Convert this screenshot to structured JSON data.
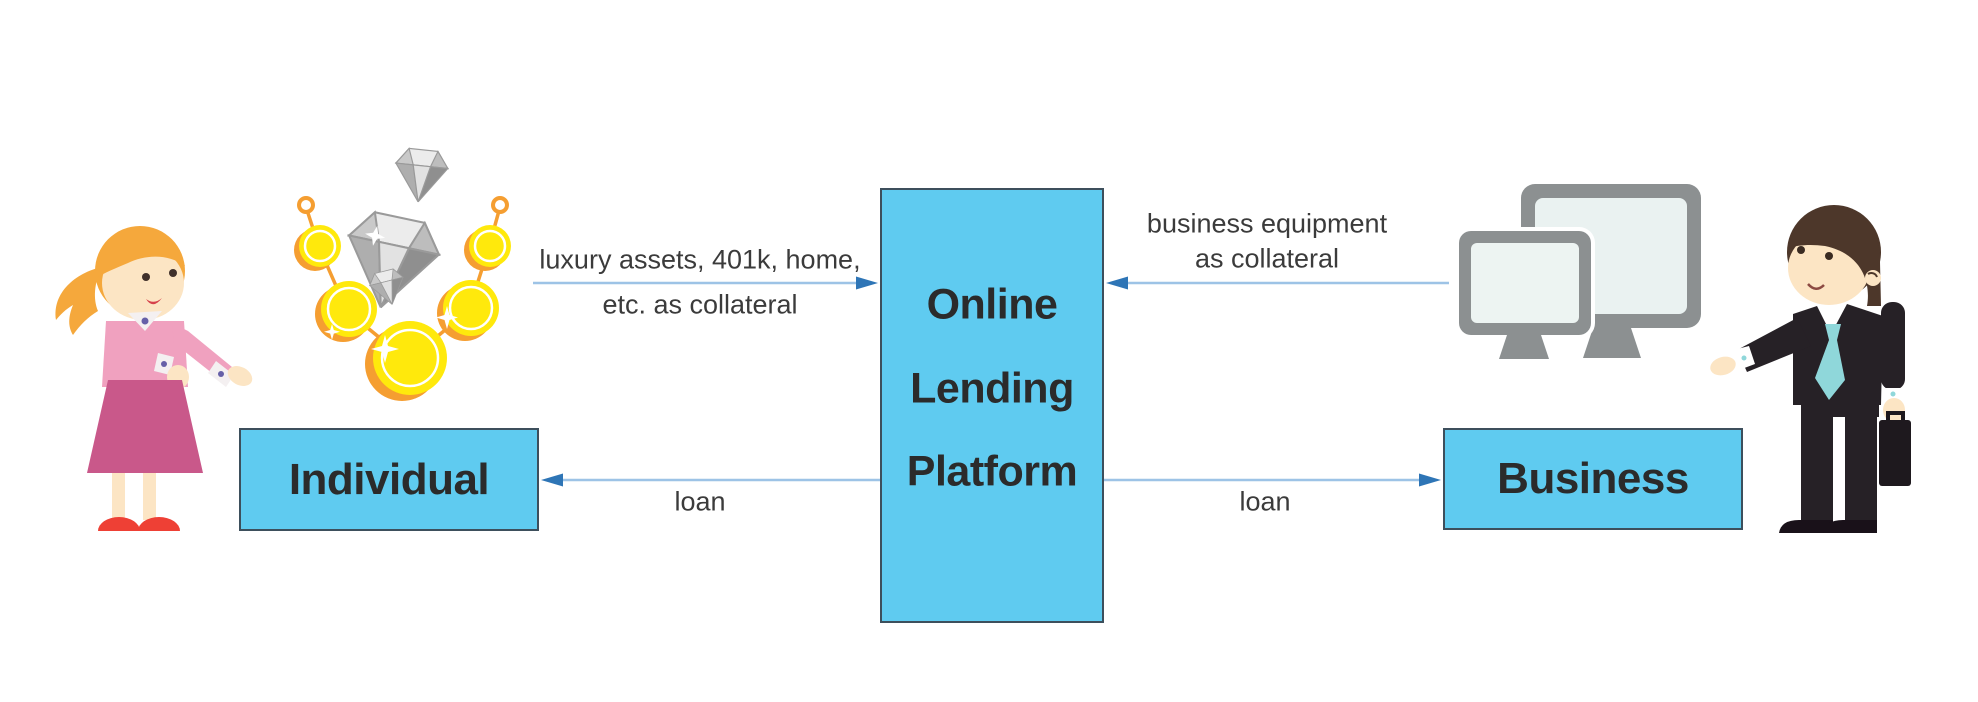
{
  "diagram": {
    "nodes": {
      "individual": {
        "label": "Individual"
      },
      "platform": {
        "line1": "Online",
        "line2": "Lending",
        "line3": "Platform"
      },
      "business": {
        "label": "Business"
      }
    },
    "edges": {
      "individual_collateral": {
        "line1": "luxury assets, 401k, home,",
        "line2": "etc. as collateral",
        "direction": "individual-to-platform"
      },
      "loan_to_individual": {
        "label": "loan",
        "direction": "platform-to-individual"
      },
      "business_collateral": {
        "line1": "business equipment",
        "line2": "as collateral",
        "direction": "business-to-platform"
      },
      "loan_to_business": {
        "label": "loan",
        "direction": "platform-to-business"
      }
    },
    "icons": {
      "left_person": "woman-illustration",
      "left_assets": "jewelry-coins-diamonds-icon",
      "right_equipment": "computer-monitors-icon",
      "right_person": "businessman-illustration"
    }
  },
  "colors": {
    "background": "#ffffff",
    "node-fill": "#5fcbf0",
    "node-border": "#3d4f5c",
    "node-text": "#2b2b2b",
    "edge-line": "#9dc3e6",
    "edge-arrowhead": "#2e75b6",
    "edge-label": "#3b3b3b",
    "coin-yellow": "#ffe90c",
    "coin-orange": "#f59e31",
    "diamond-gray": "#c9c9c9",
    "monitor-gray": "#8c9091",
    "suit-dark": "#262126",
    "tie-teal": "#8fd7da",
    "skin": "#fce5c4",
    "hair-orange": "#f5a83c",
    "hair-brown": "#4d372a",
    "top-pink": "#f0a1bf",
    "skirt-pink": "#c9588a",
    "shoe-red": "#ee4035"
  }
}
